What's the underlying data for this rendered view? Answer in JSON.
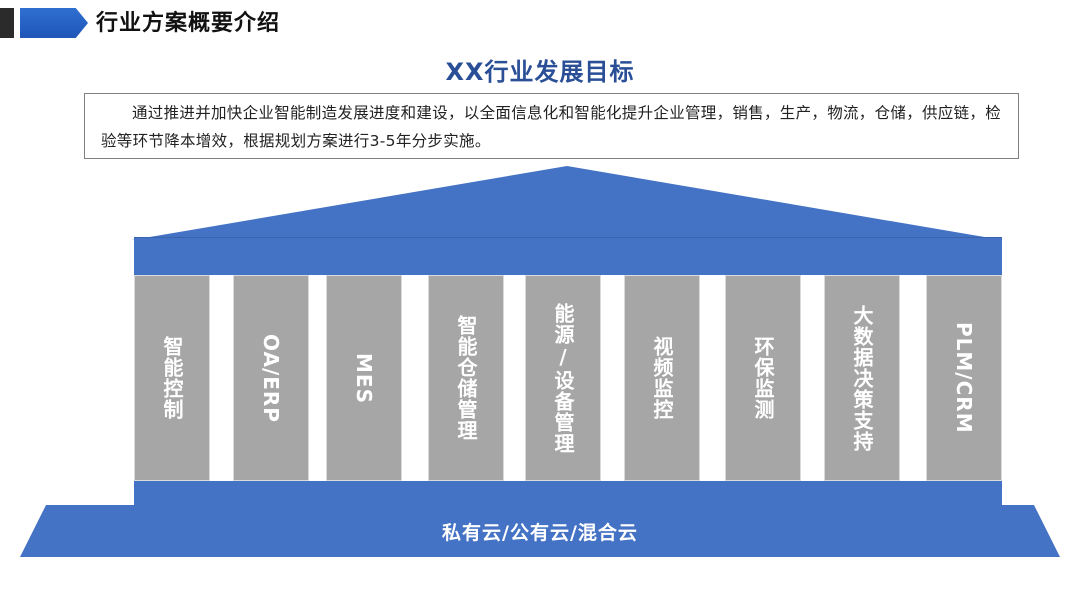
{
  "header": {
    "title": "行业方案概要介绍"
  },
  "main_title": "XX行业发展目标",
  "description": "通过推进并加快企业智能制造发展进度和建设，以全面信息化和智能化提升企业管理，销售，生产，物流，仓储，供应链，检验等环节降本增效，根据规划方案进行3-5年分步实施。",
  "pillars": [
    {
      "label": "智能控制"
    },
    {
      "label": "OA/ERP"
    },
    {
      "label": "MES"
    },
    {
      "label": "智能仓储管理"
    },
    {
      "label": "能源/设备管理"
    },
    {
      "label": "视频监控"
    },
    {
      "label": "环保监测"
    },
    {
      "label": "大数据决策支持"
    },
    {
      "label": "PLM/CRM"
    }
  ],
  "foundation": {
    "label": "私有云/公有云/混合云"
  },
  "colors": {
    "structure_blue": "#4472c4",
    "pillar_gray": "#a6a6a6",
    "title_blue": "#2a4f96"
  }
}
